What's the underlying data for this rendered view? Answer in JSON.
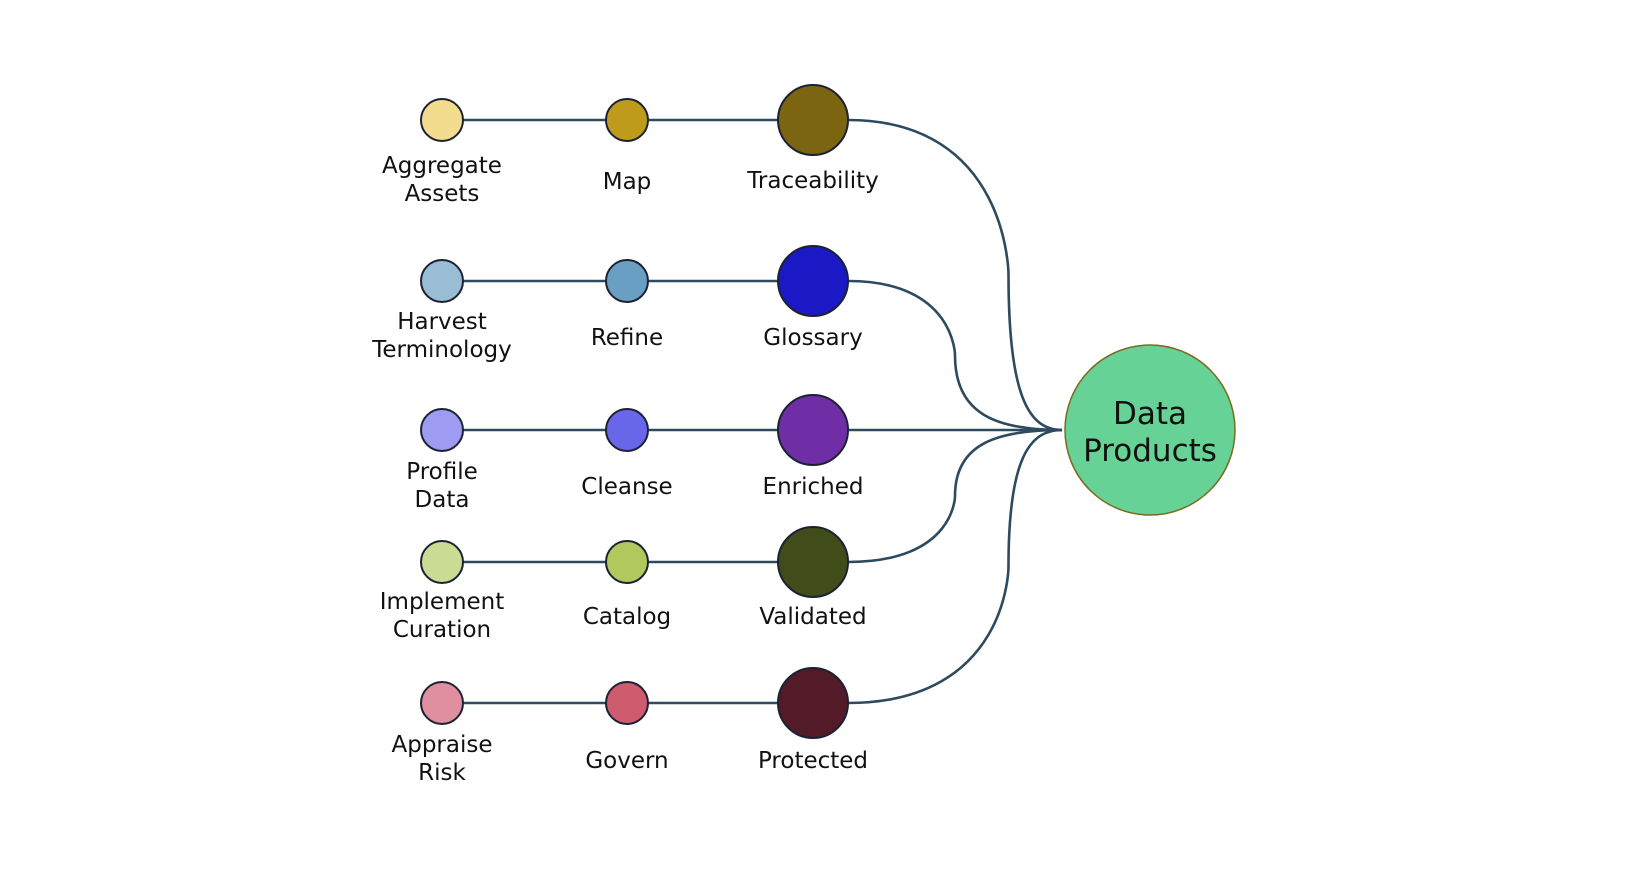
{
  "hub": {
    "label_lines": [
      "Data",
      "Products"
    ],
    "color": "#66d296",
    "border_color": "#7a6a1f"
  },
  "rows": [
    {
      "stages": [
        {
          "label_lines": [
            "Aggregate",
            "Assets"
          ],
          "color": "#f3dc8d"
        },
        {
          "label_lines": [
            "Map"
          ],
          "color": "#bf9b1c"
        },
        {
          "label_lines": [
            "Traceability"
          ],
          "color": "#7b6510"
        }
      ]
    },
    {
      "stages": [
        {
          "label_lines": [
            "Harvest",
            "Terminology"
          ],
          "color": "#98bdd5"
        },
        {
          "label_lines": [
            "Refine"
          ],
          "color": "#6a9fc4"
        },
        {
          "label_lines": [
            "Glossary"
          ],
          "color": "#1b18c6"
        }
      ]
    },
    {
      "stages": [
        {
          "label_lines": [
            "Profile",
            "Data"
          ],
          "color": "#9e9cf2"
        },
        {
          "label_lines": [
            "Cleanse"
          ],
          "color": "#6a66ea"
        },
        {
          "label_lines": [
            "Enriched"
          ],
          "color": "#6f2ea5"
        }
      ]
    },
    {
      "stages": [
        {
          "label_lines": [
            "Implement",
            "Curation"
          ],
          "color": "#cadb93"
        },
        {
          "label_lines": [
            "Catalog"
          ],
          "color": "#b1c95c"
        },
        {
          "label_lines": [
            "Validated"
          ],
          "color": "#404c1a"
        }
      ]
    },
    {
      "stages": [
        {
          "label_lines": [
            "Appraise",
            "Risk"
          ],
          "color": "#df8fa0"
        },
        {
          "label_lines": [
            "Govern"
          ],
          "color": "#cf5b6e"
        },
        {
          "label_lines": [
            "Protected"
          ],
          "color": "#521b27"
        }
      ]
    }
  ],
  "connector_color": "#2e4a5e"
}
